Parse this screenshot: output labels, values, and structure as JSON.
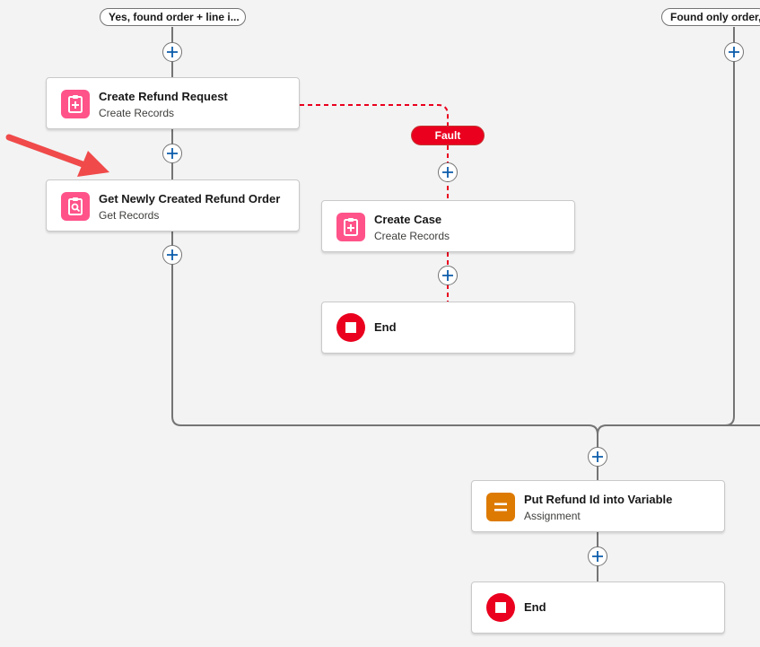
{
  "colors": {
    "canvas": "#f3f3f3",
    "connector": "#747474",
    "fault": "#ea001e",
    "record_icon": "#ff538a",
    "assignment_icon": "#dd7a01",
    "end_icon": "#ea001e",
    "annotation_arrow": "#f04a4a",
    "plus": "#0b5cab"
  },
  "outcomes": {
    "left": "Yes, found order + line i...",
    "right": "Found only order,"
  },
  "fault_label": "Fault",
  "nodes": {
    "create_refund_request": {
      "title": "Create Refund Request",
      "subtitle": "Create Records",
      "icon": "create-records-icon"
    },
    "get_refund_order": {
      "title": "Get Newly Created Refund Order",
      "subtitle": "Get Records",
      "icon": "get-records-icon"
    },
    "create_case": {
      "title": "Create Case",
      "subtitle": "Create Records",
      "icon": "create-records-icon"
    },
    "fault_end": {
      "title": "End",
      "icon": "end-icon"
    },
    "put_refund_id": {
      "title": "Put Refund Id into Variable",
      "subtitle": "Assignment",
      "icon": "assignment-icon"
    },
    "final_end": {
      "title": "End",
      "icon": "end-icon"
    }
  }
}
